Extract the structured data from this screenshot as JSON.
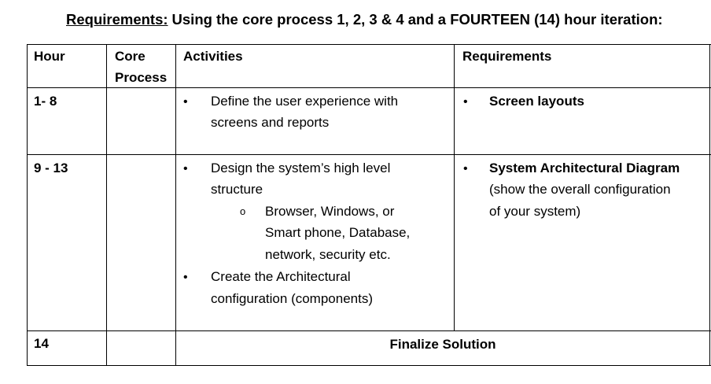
{
  "title": {
    "underlined": "Requirements:",
    "rest": "Using the core process 1, 2, 3 & 4 and a FOURTEEN (14) hour iteration:"
  },
  "table": {
    "headers": {
      "hour": "Hour",
      "core_process_line1": "Core",
      "core_process_line2": "Process",
      "activities": "Activities",
      "requirements": "Requirements"
    },
    "rows": [
      {
        "hour": "1- 8",
        "activities": [
          {
            "bullet": "•",
            "lines": [
              "Define the user experience with",
              "screens and reports"
            ]
          }
        ],
        "requirements": {
          "bullet": "•",
          "bold": "Screen layouts"
        }
      },
      {
        "hour": "9 - 13",
        "activities": [
          {
            "bullet": "•",
            "lines": [
              "Design the system’s high level",
              "structure"
            ]
          },
          {
            "bullet": "o",
            "lines": [
              "Browser, Windows, or",
              "Smart phone, Database,",
              "network, security etc."
            ]
          },
          {
            "bullet": "•",
            "lines": [
              "Create  the Architectural",
              "configuration (components)"
            ]
          }
        ],
        "requirements": {
          "bullet": "•",
          "bold": "System Architectural Diagram",
          "lines": [
            "(show the overall configuration",
            "of your system)"
          ]
        }
      },
      {
        "hour": "14",
        "merged": "Finalize Solution"
      }
    ]
  }
}
